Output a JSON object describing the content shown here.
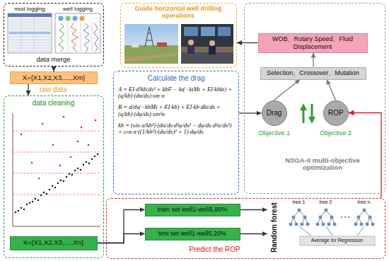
{
  "diagram": {
    "nodes": [
      {
        "text": [
          "mud logging",
          "well logging",
          "data merge"
        ]
      },
      {
        "text": [
          "X={X1,X2,X3,....,Xm}",
          "raw data"
        ]
      },
      {
        "text": [
          "data cleaning"
        ]
      },
      {
        "text": [
          "X={X1,X2,X3,....,Xn}"
        ],
        "in": 2
      },
      {
        "text": [
          "Guide horizontal well drilling operations"
        ]
      },
      {
        "text": [
          "Calculate the drag",
          "A = EI·d²kb/ds² + kbF − kt(−ktMt + EI·kbkt) + (q/kb)·(dα/ds)·sin α",
          "B = d/ds(−kbMt + EI·kb) + EI·kb·dkt/ds + (q/kb)·(dφ/ds)·sin²α",
          "kb = (sin α/kb²)·(dα/ds·d²φ/ds² − dφ/ds·d²α/ds²) + cos α·((1/kb²)·(dα/ds)² + 1)·dφ/ds"
        ]
      },
      {
        "text": [
          "NSGA-II multi-objective optimization"
        ]
      },
      {
        "text": [
          "WOB、Rotary Speed、Fluid Displacement"
        ],
        "in": 6
      },
      {
        "text": [
          "Selection、Crossover、Mutation"
        ],
        "in": 6
      },
      {
        "text": [
          "Drag",
          "Objective 1"
        ],
        "in": 6
      },
      {
        "text": [
          "ROP",
          "Objective 2"
        ],
        "in": 6
      },
      {
        "text": [
          "Predict the ROP"
        ]
      },
      {
        "text": [
          "train set well1-well5,80%"
        ],
        "in": 11
      },
      {
        "text": [
          "test set well1-well5,20%"
        ],
        "in": 11
      },
      {
        "text": [
          "Random forest",
          "tree 1",
          "tree 2",
          "tree n",
          "Average for Regression"
        ],
        "in": 11
      }
    ],
    "edges": [
      {
        "from": 0,
        "to": 1,
        "arrow": "to"
      },
      {
        "from": 1,
        "to": 2,
        "arrow": "to"
      },
      {
        "from": 3,
        "to": 12,
        "arrow": "to"
      },
      {
        "from": 3,
        "to": 13,
        "arrow": "to"
      },
      {
        "from": 12,
        "to": 14,
        "arrow": "to"
      },
      {
        "from": 13,
        "to": 14,
        "arrow": "to"
      },
      {
        "from": 11,
        "to": 10,
        "arrow": "to"
      },
      {
        "from": 5,
        "to": 9,
        "arrow": "to"
      },
      {
        "from": 9,
        "to": 8,
        "arrow": "to"
      },
      {
        "from": 10,
        "to": 8,
        "arrow": "to"
      },
      {
        "from": 8,
        "to": 7,
        "arrow": "to"
      },
      {
        "from": 7,
        "to": 4,
        "arrow": "to"
      }
    ]
  }
}
